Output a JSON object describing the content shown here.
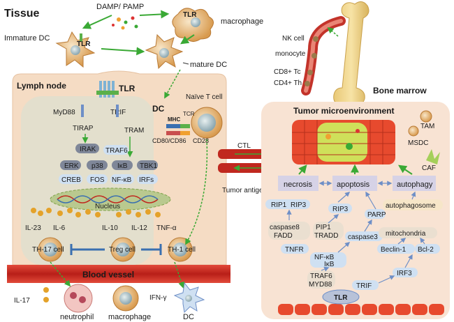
{
  "labels": {
    "tissue": "Tissue",
    "damp_pamp": "DAMP/ PAMP",
    "tlr_macrophage": "TLR",
    "macrophage_top": "macrophage",
    "immature_dc": "Immature DC",
    "tlr_immature": "TLR",
    "mature_dc": "mature DC",
    "nk_cell": "NK cell",
    "monocyte": "monocyte",
    "cd8_tc": "CD8+ Tc",
    "cd4_th": "CD4+ Th",
    "bone_marrow": "Bone marrow",
    "lymph_node": "Lymph node",
    "tlr_main": "TLR",
    "dc": "DC",
    "naive_t": "Naïve T cell",
    "mhc": "MHC",
    "tcr": "TCR",
    "cd80_86": "CD80/CD86",
    "cd28": "CD28",
    "myd88": "MyD88",
    "trif": "TRIF",
    "tirap": "TIRAP",
    "tram": "TRAM",
    "irak": "IRAK",
    "traf6": "TRAF6",
    "erk": "ERK",
    "p38": "p38",
    "ikb": "IκB",
    "tbk1": "TBK1",
    "creb": "CREB",
    "fos": "FOS",
    "nfkb": "NF-κB",
    "irfs": "IRFs",
    "nucleus": "Nucleus",
    "il23": "IL-23",
    "il6": "IL-6",
    "il10": "IL-10",
    "il12": "IL-12",
    "tnfa": "TNF-α",
    "th17": "TH-17 cell",
    "treg": "Treg cell",
    "th1": "TH-1 cell",
    "blood_vessel": "Blood vessel",
    "il17": "IL-17",
    "ifng": "IFN-γ",
    "neutrophil": "neutrophil",
    "macrophage_bottom": "macrophage",
    "dc_bottom": "DC",
    "ctl": "CTL",
    "tumor_antigen": "Tumor antigen",
    "tumor_micro": "Tumor microenvironment",
    "tam": "TAM",
    "msdc": "MSDC",
    "caf": "CAF",
    "necrosis": "necrosis",
    "apoptosis": "apoptosis",
    "autophagy": "autophagy",
    "rip1": "RIP1",
    "rip3_left": "RIP3",
    "rip3_mid": "RIP3",
    "parp": "PARP",
    "autophagosome": "autophagosome",
    "caspase8": "caspase8",
    "fadd": "FADD",
    "pip1": "PIP1",
    "tradd": "TRADD",
    "caspase3": "caspase3",
    "mitochondria": "mitochondria",
    "tnfr": "TNFR",
    "nfkb_tumor": "NF-κB",
    "ikb_tumor": "IκB",
    "beclin1": "Beclin-1",
    "bcl2": "Bcl-2",
    "traf6_tumor": "TRAF6",
    "myd88_tumor": "MYD88",
    "trif_tumor": "TRIF",
    "irf3": "IRF3",
    "tlr_tumor": "TLR"
  },
  "colors": {
    "lymph_bg": "#f5dcc4",
    "inner_bg": "#dfe0cf",
    "tumor_bg": "#f8e3d3",
    "vessel": "#c0281f",
    "pill_blue": "#cfe0f2",
    "box_purple": "#d6d2e6",
    "arrow_green": "#3aa935"
  }
}
